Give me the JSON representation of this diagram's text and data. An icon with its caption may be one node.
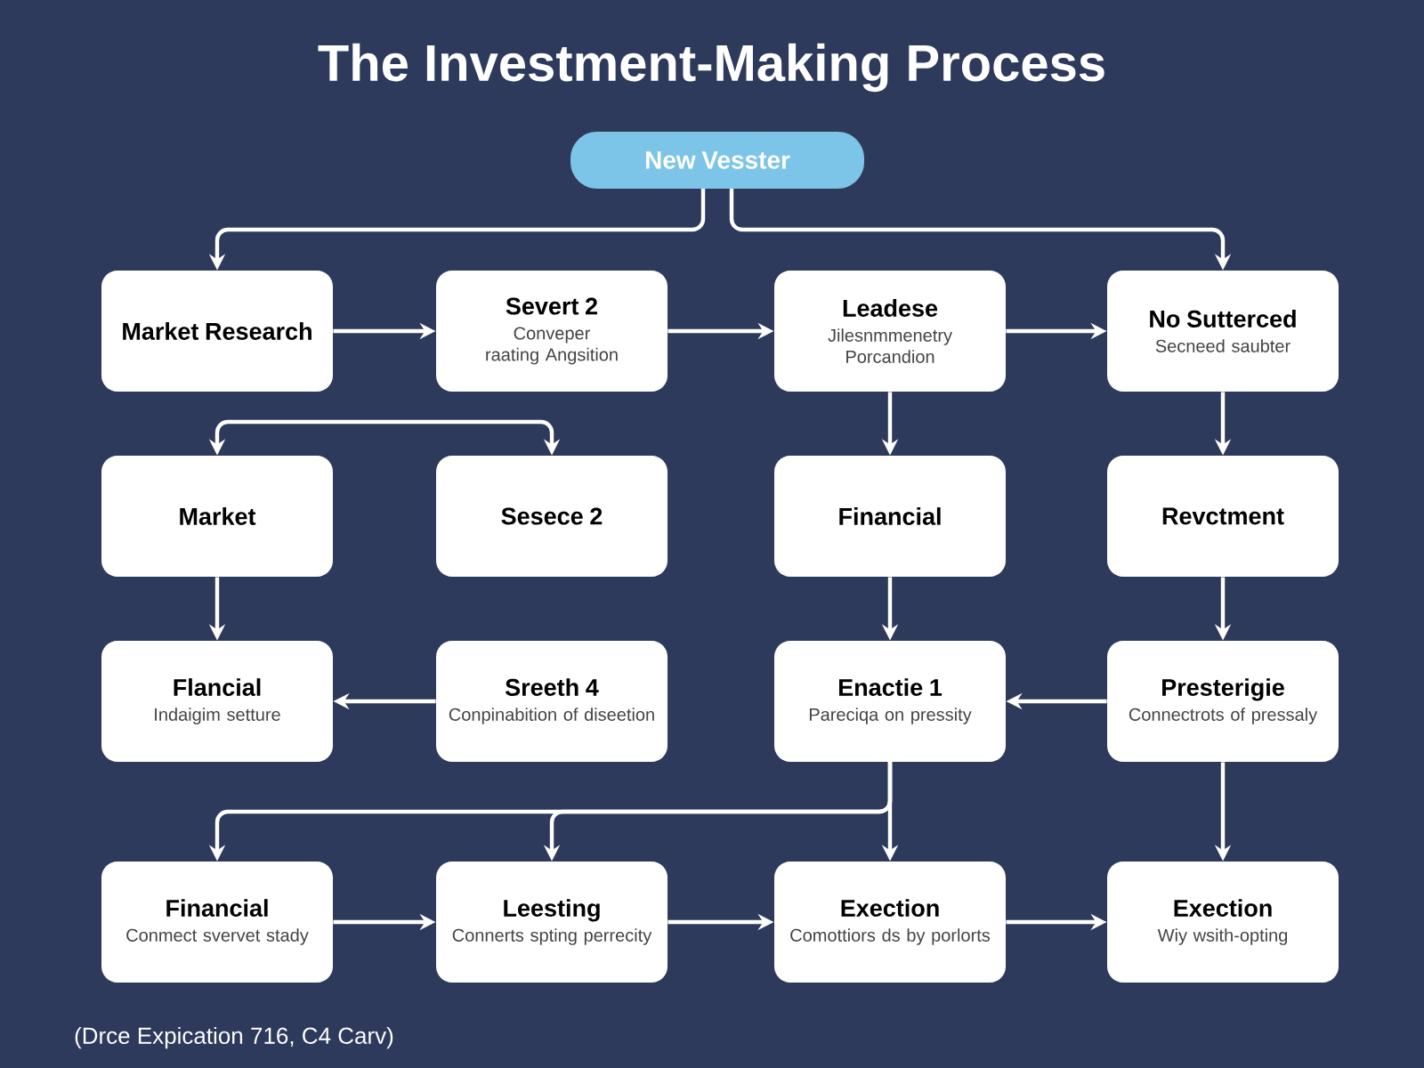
{
  "diagram": {
    "title": "The Investment-Making Process",
    "nodes": [
      {
        "text": [
          "New Vesster"
        ]
      },
      {
        "text": [
          "Market Research"
        ]
      },
      {
        "text": [
          "Severt 2",
          "Conveper raating Angsition"
        ]
      },
      {
        "text": [
          "Leadese",
          "Jilesnmmenetry Porcandion"
        ]
      },
      {
        "text": [
          "No Sutterced",
          "Secneed saubter"
        ]
      },
      {
        "text": [
          "Market"
        ]
      },
      {
        "text": [
          "Sesece 2"
        ]
      },
      {
        "text": [
          "Financial"
        ]
      },
      {
        "text": [
          "Revctment"
        ]
      },
      {
        "text": [
          "Flancial",
          "Indaigim setture"
        ]
      },
      {
        "text": [
          "Sreeth 4",
          "Conpinabition of diseetion"
        ]
      },
      {
        "text": [
          "Enactie 1",
          "Pareciqa on pressity"
        ]
      },
      {
        "text": [
          "Presterigie",
          "Connectrots of pressaly"
        ]
      },
      {
        "text": [
          "Financial",
          "Conmect svervet stady"
        ]
      },
      {
        "text": [
          "Leesting",
          "Connerts spting perrecity"
        ]
      },
      {
        "text": [
          "Exection",
          "Comottiors ds by porlorts"
        ]
      },
      {
        "text": [
          "Exection",
          "Wiy wsith-opting"
        ]
      }
    ],
    "edges": [
      {
        "from": 0,
        "to": 1,
        "arrow": "to"
      },
      {
        "from": 0,
        "to": 4,
        "arrow": "to"
      },
      {
        "from": 1,
        "to": 2,
        "arrow": "to"
      },
      {
        "from": 2,
        "to": 3,
        "arrow": "to"
      },
      {
        "from": 3,
        "to": 4,
        "arrow": "to"
      },
      {
        "from": null,
        "to": 5,
        "arrow": "to"
      },
      {
        "from": null,
        "to": 6,
        "arrow": "to"
      },
      {
        "from": 3,
        "to": 7,
        "arrow": "to"
      },
      {
        "from": 4,
        "to": 8,
        "arrow": "to"
      },
      {
        "from": 5,
        "to": 9,
        "arrow": "to"
      },
      {
        "from": 7,
        "to": 11,
        "arrow": "to"
      },
      {
        "from": 8,
        "to": 12,
        "arrow": "to"
      },
      {
        "from": 10,
        "to": 9,
        "arrow": "to"
      },
      {
        "from": 12,
        "to": 11,
        "arrow": "to"
      },
      {
        "from": 11,
        "to": 13,
        "arrow": "to"
      },
      {
        "from": 11,
        "to": 14,
        "arrow": "to"
      },
      {
        "from": 11,
        "to": 15,
        "arrow": "to"
      },
      {
        "from": 12,
        "to": 16,
        "arrow": "to"
      },
      {
        "from": 13,
        "to": 14,
        "arrow": "to"
      },
      {
        "from": 14,
        "to": 15,
        "arrow": "to"
      },
      {
        "from": 15,
        "to": 16,
        "arrow": "to"
      }
    ],
    "labels": [
      "(Drce Expication 716, C4 Carv)"
    ]
  }
}
